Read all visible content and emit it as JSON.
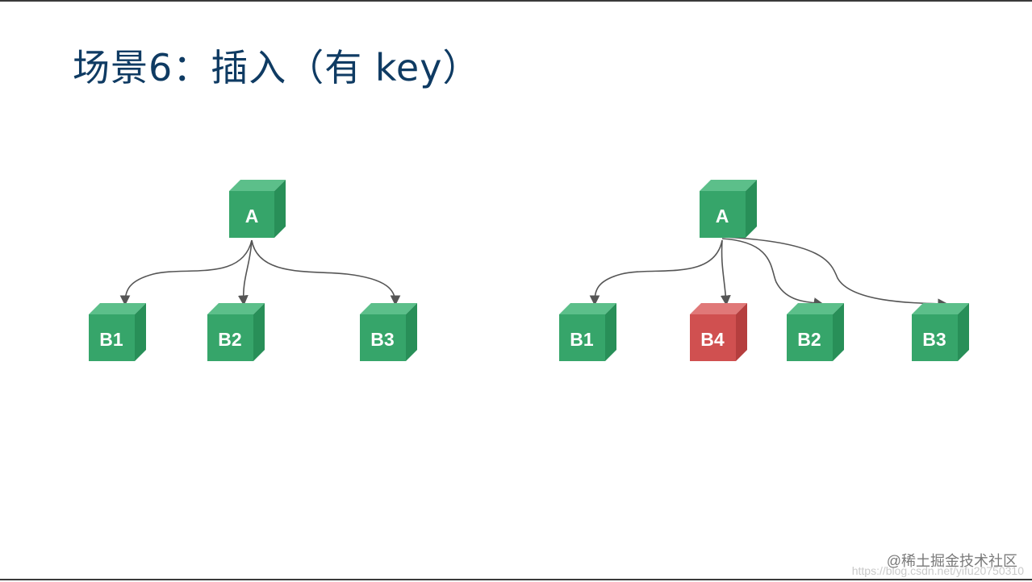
{
  "slide": {
    "title": "场景6：插入（有 key）"
  },
  "colors": {
    "cube_green": "#3aa56f",
    "cube_red": "#d65454",
    "title_color": "#0f3b63",
    "edge_color": "#555555"
  },
  "diagrams": {
    "before": {
      "parent": "A",
      "children": [
        "B1",
        "B2",
        "B3"
      ]
    },
    "after": {
      "parent": "A",
      "children": [
        "B1",
        "B4",
        "B2",
        "B3"
      ],
      "inserted": "B4"
    }
  },
  "watermark": {
    "text": "@稀土掘金技术社区",
    "url": "https://blog.csdn.net/yifu20750310"
  }
}
